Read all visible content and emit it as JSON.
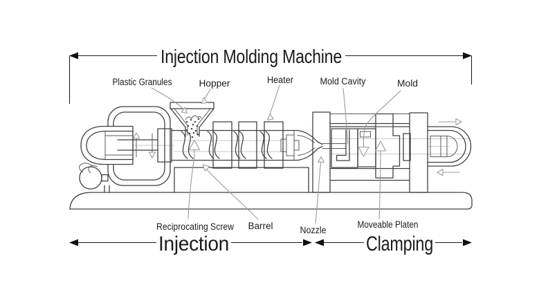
{
  "diagram": {
    "title": "Injection Molding Machine",
    "part_labels": {
      "plastic_granules": "Plastic Granules",
      "hopper": "Hopper",
      "heater": "Heater",
      "mold_cavity": "Mold Cavity",
      "mold": "Mold",
      "reciprocating_screw": "Reciprocating Screw",
      "barrel": "Barrel",
      "nozzle": "Nozzle",
      "moveable_platen": "Moveable Platen"
    },
    "sections": {
      "injection": "Injection",
      "clamping": "Clamping"
    },
    "icons": {
      "dimension_arrows": "filled-arrowhead",
      "leader_arrows": "open-arrowhead",
      "mold_cavity_arrow": "open-down-arrow",
      "platen_motion_arrows": "right-arrow-and-left-arrow"
    },
    "colors": {
      "background": "#ffffff",
      "outline": "#3f3f3f",
      "leader": "#9a9a9a",
      "dimension": "#111111",
      "text": "#1b1b1b"
    }
  }
}
